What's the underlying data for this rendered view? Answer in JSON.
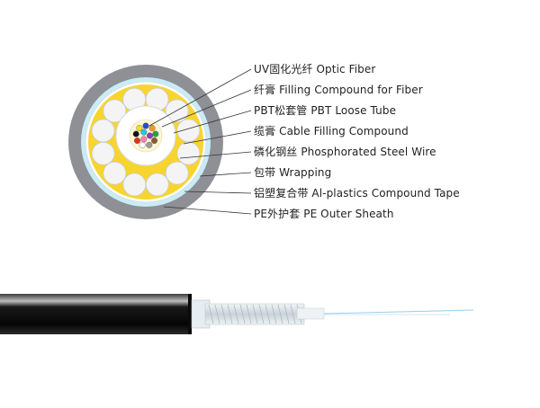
{
  "labels": [
    {
      "text": "UV固化光纤 Optic Fiber"
    },
    {
      "text": "纤膏 Filling Compound for Fiber"
    },
    {
      "text": "PBT松套管 PBT Loose Tube"
    },
    {
      "text": "缆膏 Cable Filling Compound"
    },
    {
      "text": "磷化钢丝 Phosphorated Steel Wire"
    },
    {
      "text": "包带 Wrapping"
    },
    {
      "text": "铝塑复合带 Al-plastics Compound Tape"
    },
    {
      "text": "PE外护套 PE Outer Sheath"
    }
  ],
  "colors": {
    "outer_sheath": "#8e9096",
    "aluminum_tape": "#c9ecf7",
    "wrapping": "#fbfbfb",
    "cable_compound": "#f7d52e",
    "steel_wire": "#f4f4f4",
    "loose_tube": "#ffffff",
    "fiber_compound": "#fdf6d8",
    "leader_line": "#333333",
    "label_text": "#222222"
  },
  "fiber_colors": [
    "#1f4fd0",
    "#f29a1e",
    "#23a53c",
    "#8a5a2b",
    "#9a9a9a",
    "#ffffff",
    "#e0301e",
    "#111111",
    "#f4e01b",
    "#8e3cc6",
    "#ff7fb0",
    "#2ec4d6"
  ]
}
